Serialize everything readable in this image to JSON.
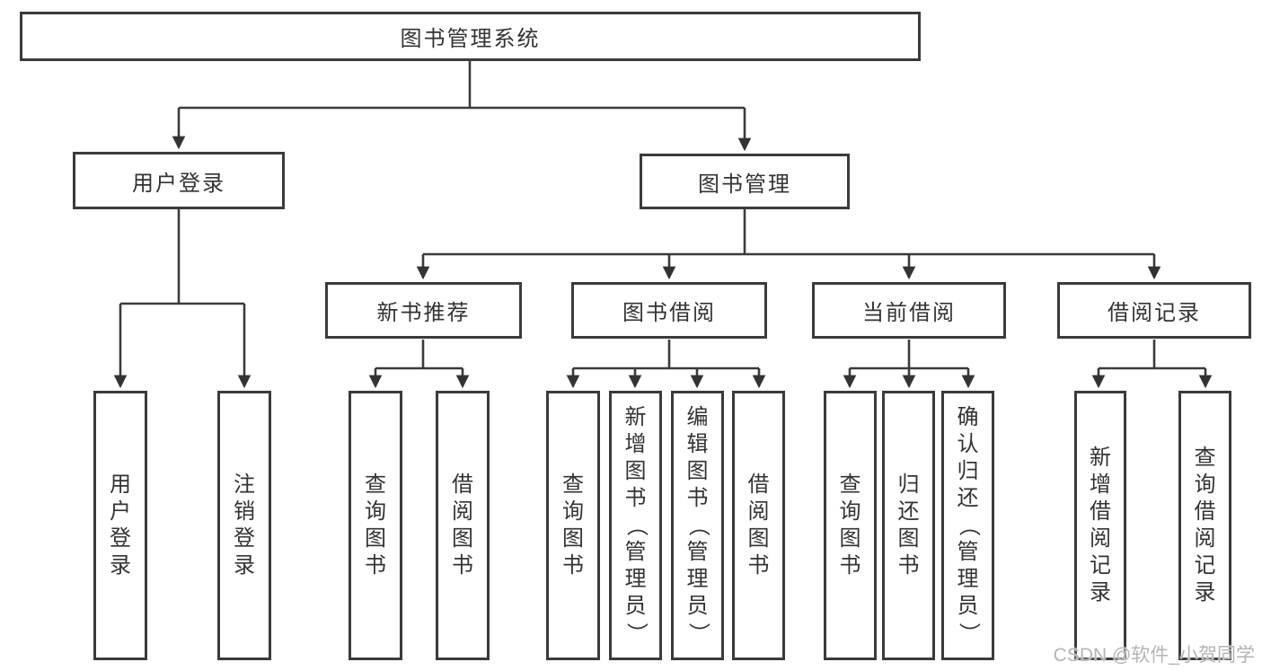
{
  "tree": {
    "root": {
      "label": "图书管理系统"
    },
    "branches": [
      {
        "label": "用户登录",
        "leaves": [
          "用户登录",
          "注销登录"
        ]
      },
      {
        "label": "图书管理",
        "children": [
          {
            "label": "新书推荐",
            "leaves": [
              "查询图书",
              "借阅图书"
            ]
          },
          {
            "label": "图书借阅",
            "leaves": [
              "查询图书",
              "新增图书（管理员）",
              "编辑图书（管理员）",
              "借阅图书"
            ]
          },
          {
            "label": "当前借阅",
            "leaves": [
              "查询图书",
              "归还图书",
              "确认归还（管理员）"
            ]
          },
          {
            "label": "借阅记录",
            "leaves": [
              "新增借阅记录",
              "查询借阅记录"
            ]
          }
        ]
      }
    ]
  },
  "watermark": {
    "text": "CSDN @软件_小贺同学"
  },
  "colors": {
    "line": "#3b3b3b",
    "text": "#333333",
    "watermark": "#b4b4b4",
    "background": "#ffffff"
  }
}
